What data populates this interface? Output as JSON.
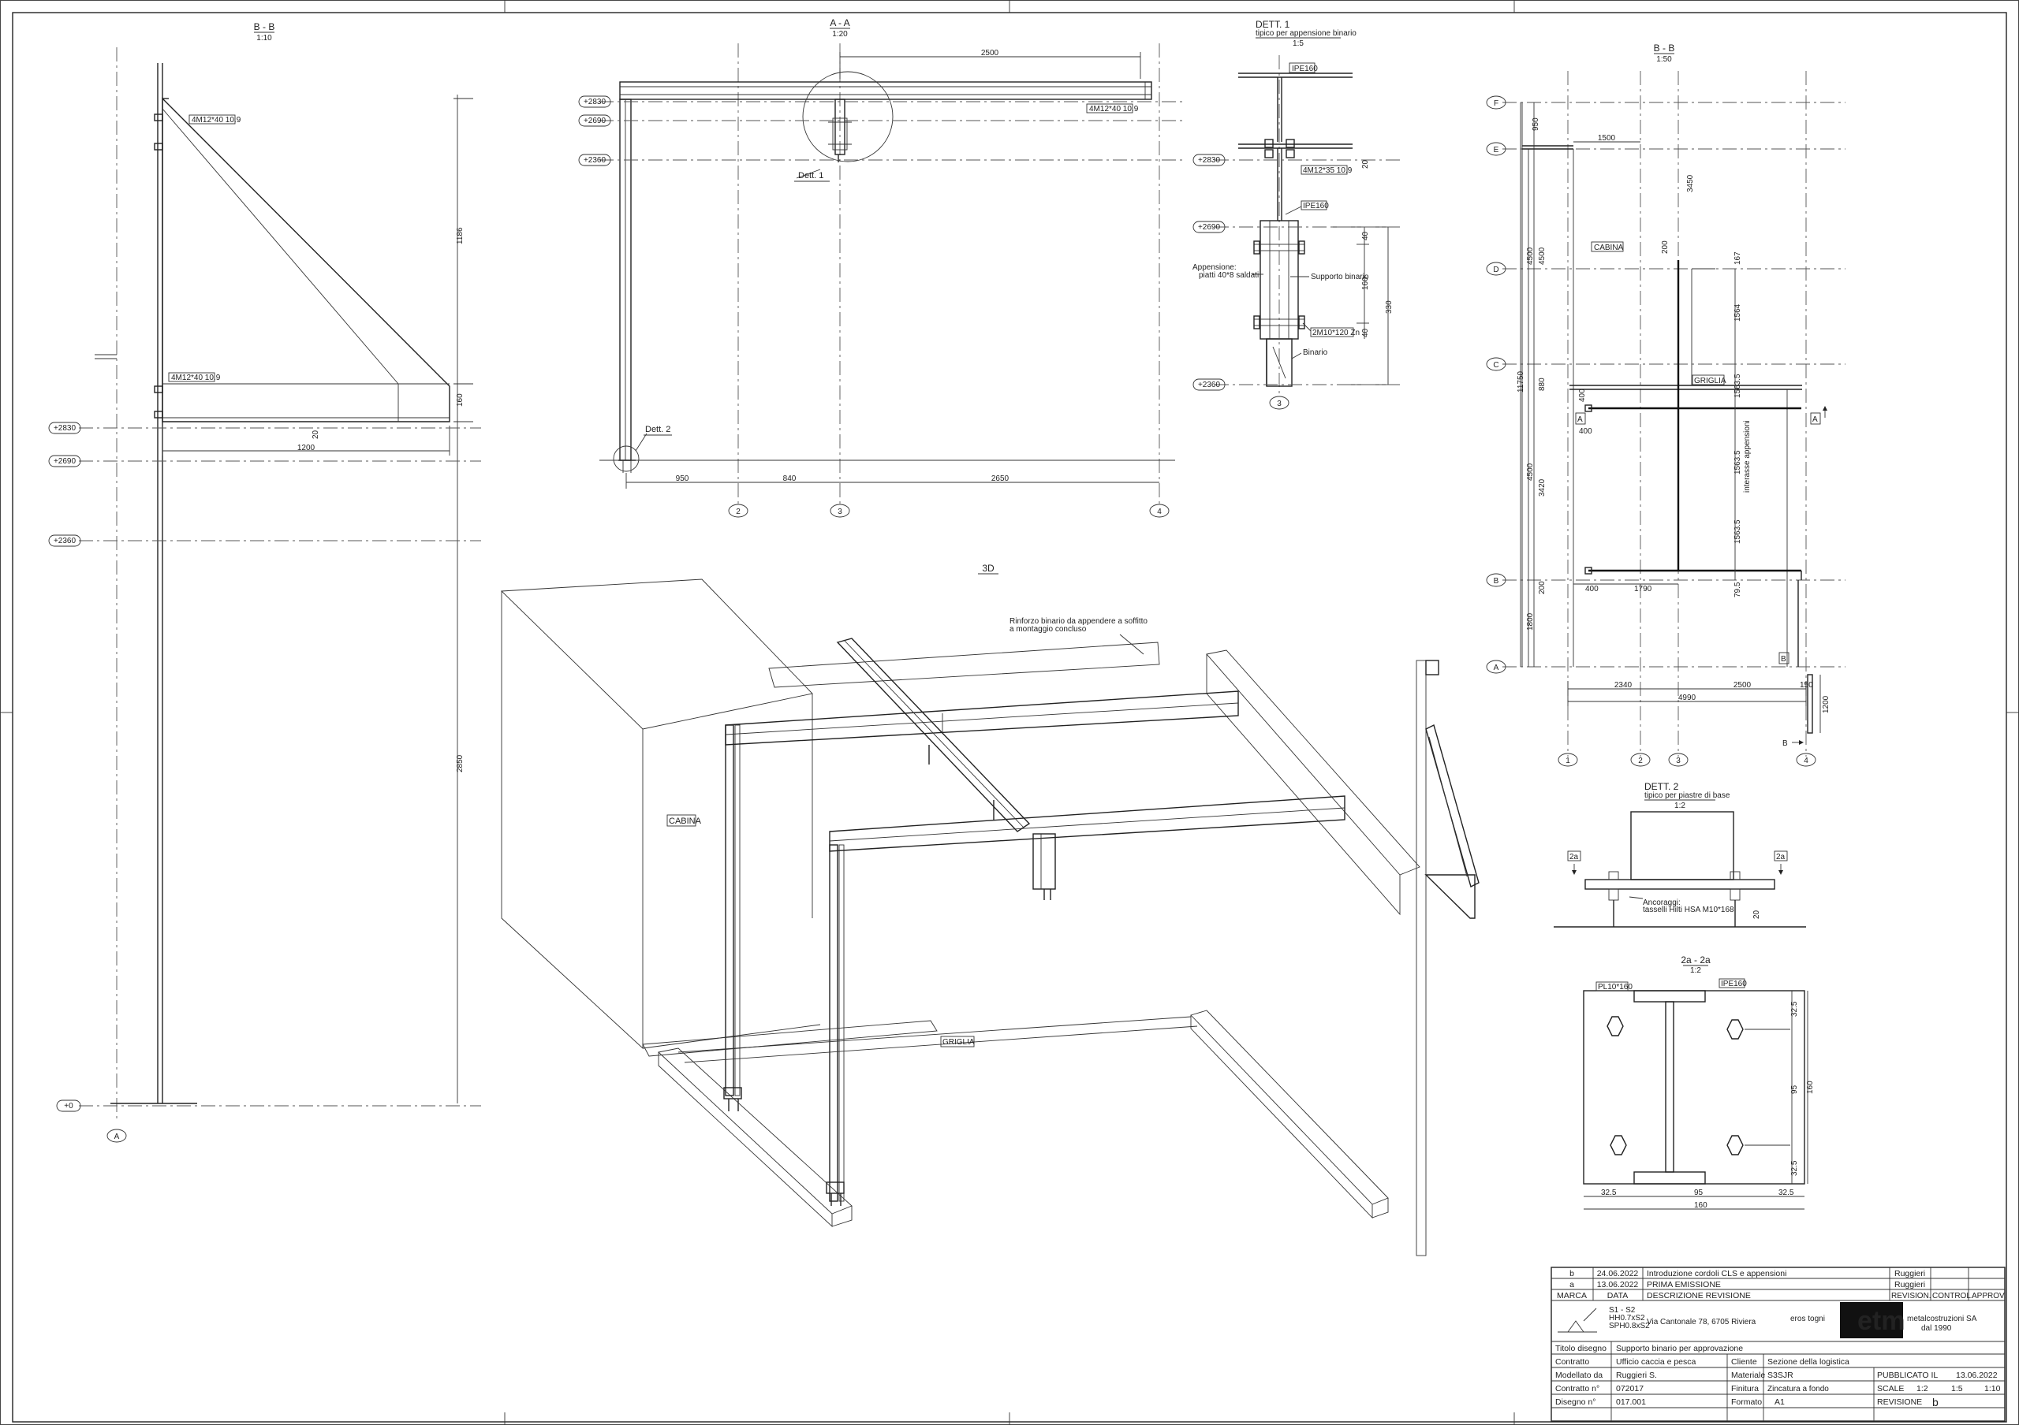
{
  "views": {
    "bb_left": {
      "title": "B - B",
      "scale": "1:10",
      "bolt_top": "4M12*40 10.9",
      "bolt_bottom": "4M12*40 10.9",
      "dim_vert_top": "1186",
      "dim_vert_mid": "160",
      "dim_vert_total": "2850",
      "dim_horiz": "1200",
      "dim_small": "20",
      "axis": "A"
    },
    "levels": {
      "l2830": "+2830",
      "l2690": "+2690",
      "l2360": "+2360",
      "l0": "+0"
    },
    "aa": {
      "title": "A - A",
      "scale": "1:20",
      "dim_top": "2500",
      "bolt": "4M12*40 10.9",
      "dett1": "Dett. 1",
      "dett2": "Dett. 2",
      "dim_950": "950",
      "dim_840": "840",
      "dim_2650": "2650",
      "ax2": "2",
      "ax3": "3",
      "ax4": "4"
    },
    "dett1": {
      "title": "DETT. 1",
      "subtitle": "tipico per appensione binario",
      "scale": "1:5",
      "ipe_top": "IPE160",
      "bolt": "4M12*35 10.9",
      "ipe_mid": "IPE160",
      "appensione": "Appensione:",
      "piatti": "piatti 40*8 saldati",
      "supporto": "Supporto binario",
      "bolt2": "2M10*120 Zn",
      "binario": "Binario",
      "dim_20": "20",
      "dim_40a": "40",
      "dim_160": "160",
      "dim_40b": "40",
      "dim_330": "330",
      "axis": "3"
    },
    "bb_plan": {
      "title": "B - B",
      "scale": "1:50",
      "dim_950": "950",
      "dim_1500": "1500",
      "dim_3450": "3450",
      "dim_4500a": "4500",
      "dim_4500b": "4500",
      "dim_200a": "200",
      "dim_167": "167",
      "dim_1564": "1564",
      "dim_11750": "11750",
      "dim_880": "880",
      "dim_400a": "400",
      "dim_400b": "400",
      "dim_1563a": "1563.5",
      "dim_1563b": "1563.5",
      "dim_1563c": "1563.5",
      "interasse": "interasse appensioni",
      "dim_4500c": "4500",
      "dim_3420": "3420",
      "dim_200b": "200",
      "dim_400c": "400",
      "dim_1790": "1790",
      "dim_795": "79.5",
      "dim_1800": "1800",
      "dim_2340": "2340",
      "dim_2500": "2500",
      "dim_4990": "4990",
      "dim_150": "150",
      "dim_1200": "1200",
      "cabina": "CABINA",
      "griglia": "GRIGLIA",
      "axF": "F",
      "axE": "E",
      "axD": "D",
      "axC": "C",
      "axB": "B",
      "axA": "A",
      "ax1": "1",
      "ax2": "2",
      "ax3": "3",
      "ax4": "4",
      "secA": "A",
      "secB": "B"
    },
    "iso": {
      "title": "3D",
      "note1": "Rinforzo binario da appendere a soffitto",
      "note2": "a montaggio concluso",
      "cabina": "CABINA",
      "griglia": "GRIGLIA"
    },
    "dett2": {
      "title": "DETT. 2",
      "subtitle": "tipico per piastre di base",
      "scale": "1:2",
      "sec": "2a",
      "anc1": "Ancoraggi:",
      "anc2": "tasselli Hilti HSA M10*168",
      "dim_20": "20"
    },
    "sec2a": {
      "title": "2a - 2a",
      "scale": "1:2",
      "pl": "PL10*160",
      "ipe": "IPE160",
      "d325a": "32.5",
      "d95v": "95",
      "d160v": "160",
      "d325b": "32.5",
      "d325c": "32.5",
      "d95h": "95",
      "d325d": "32.5",
      "d160h": "160"
    }
  },
  "title_block": {
    "revisions": [
      {
        "mark": "b",
        "date": "24.06.2022",
        "desc": "Introduzione cordoli CLS e appensioni",
        "by": "Ruggieri"
      },
      {
        "mark": "a",
        "date": "13.06.2022",
        "desc": "PRIMA EMISSIONE",
        "by": "Ruggieri"
      }
    ],
    "headers": {
      "marca": "MARCA",
      "data": "DATA",
      "desc": "DESCRIZIONE REVISIONE",
      "rev": "REVISION.",
      "control": "CONTROL.",
      "approv": "APPROV."
    },
    "weld_spec": {
      "l1": "S1 - S2",
      "l2": "HH0.7xS2",
      "l3": "SPH0.8xS2"
    },
    "address": "Via Cantonale 78, 6705 Riviera",
    "company_left": "eros togni",
    "company_right": "metalcostruzioni SA",
    "since": "dal 1990",
    "rows": {
      "titolo_label": "Titolo disegno",
      "titolo": "Supporto binario per approvazione",
      "contratto_label": "Contratto",
      "contratto": "Ufficio caccia e pesca",
      "cliente_label": "Cliente",
      "cliente": "Sezione della logistica",
      "modellato_label": "Modellato da",
      "modellato": "Ruggieri S.",
      "materiale_label": "Materiale",
      "materiale": "S3SJR",
      "pubblicato_label": "PUBBLICATO IL",
      "pubblicato": "13.06.2022",
      "contratton_label": "Contratto n°",
      "contratton": "072017",
      "finitura_label": "Finitura",
      "finitura": "Zincatura a fondo",
      "scale_label": "SCALE",
      "s1": "1:2",
      "s2": "1:5",
      "s3": "1:10",
      "disegno_label": "Disegno n°",
      "disegno": "017.001",
      "formato_label": "Formato",
      "formato": "A1",
      "revisione_label": "REVISIONE",
      "revisione": "b"
    }
  }
}
